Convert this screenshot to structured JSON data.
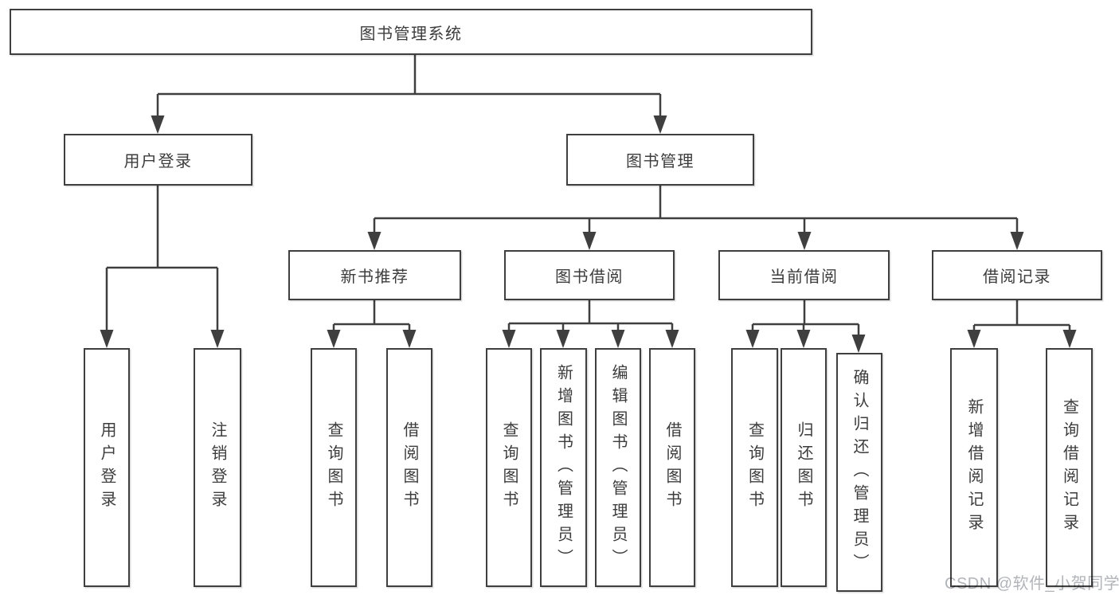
{
  "colors": {
    "line": "#3f3f3f",
    "text": "#3c3c3c",
    "box_background": "#ffffff",
    "watermark": "#9ea1a8",
    "page_background": "#ffffff"
  },
  "watermark": {
    "text": "CSDN @软件_小贺同学"
  },
  "tree": {
    "root": {
      "label": "图书管理系统"
    },
    "branches": [
      {
        "label": "用户登录",
        "children": [
          {
            "label": "用户登录"
          },
          {
            "label": "注销登录"
          }
        ]
      },
      {
        "label": "图书管理",
        "children": [
          {
            "label": "新书推荐",
            "children": [
              {
                "label": "查询图书"
              },
              {
                "label": "借阅图书"
              }
            ]
          },
          {
            "label": "图书借阅",
            "children": [
              {
                "label": "查询图书"
              },
              {
                "label": "新增图书（管理员）"
              },
              {
                "label": "编辑图书（管理员）"
              },
              {
                "label": "借阅图书"
              }
            ]
          },
          {
            "label": "当前借阅",
            "children": [
              {
                "label": "查询图书"
              },
              {
                "label": "归还图书"
              },
              {
                "label": "确认归还（管理员）"
              }
            ]
          },
          {
            "label": "借阅记录",
            "children": [
              {
                "label": "新增借阅记录"
              },
              {
                "label": "查询借阅记录"
              }
            ]
          }
        ]
      }
    ]
  }
}
